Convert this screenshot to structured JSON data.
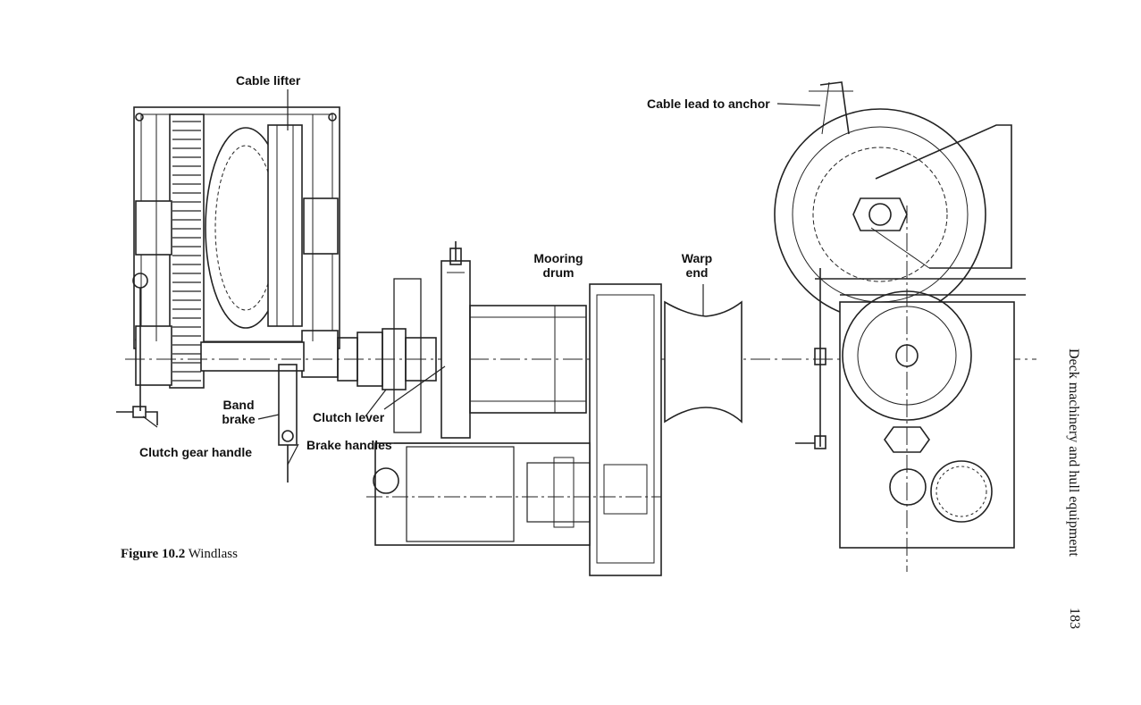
{
  "labels": {
    "cable_lifter": "Cable lifter",
    "cable_lead": "Cable lead to anchor",
    "mooring_drum_line1": "Mooring",
    "mooring_drum_line2": "drum",
    "warp_end_line1": "Warp",
    "warp_end_line2": "end",
    "band_brake_line1": "Band",
    "band_brake_line2": "brake",
    "clutch_lever": "Clutch lever",
    "brake_handles": "Brake handles",
    "clutch_gear_handle": "Clutch gear handle"
  },
  "caption": {
    "number": "Figure 10.2",
    "title": "Windlass"
  },
  "running_head": "Deck machinery and hull equipment",
  "page_number": "183"
}
